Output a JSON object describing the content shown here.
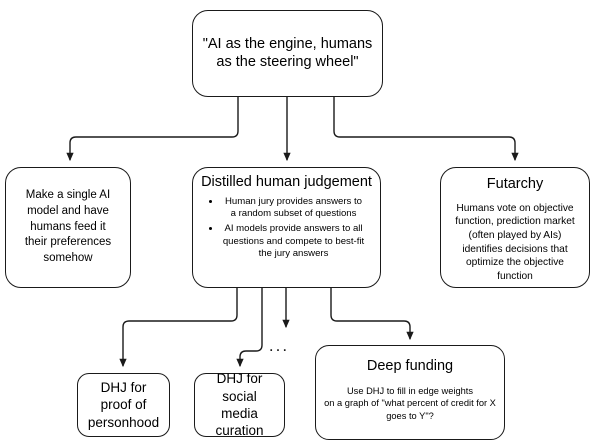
{
  "diagram": {
    "title": "AI as the engine, humans as the steering wheel",
    "background_color": "#ffffff",
    "stroke_color": "#1a1a1a",
    "text_color": "#000000",
    "ellipsis_label": "..."
  },
  "nodes": {
    "root": {
      "label": "\"AI as the engine, humans\nas the steering wheel\""
    },
    "single_model": {
      "label": "Make a single AI\nmodel and have\nhumans feed it\ntheir preferences\nsomehow"
    },
    "dhj": {
      "title": "Distilled human judgement",
      "bullets": [
        "Human jury provides answers to a random subset of questions",
        "AI models provide answers to all questions and compete to best-fit the jury answers"
      ]
    },
    "futarchy": {
      "title": "Futarchy",
      "body": "Humans vote on objective\nfunction, prediction market\n(often played by AIs)\nidentifies decisions that\noptimize the objective\nfunction"
    },
    "dhj_personhood": {
      "label": "DHJ for\nproof of\npersonhood"
    },
    "dhj_social": {
      "label": "DHJ for\nsocial media\ncuration"
    },
    "deep_funding": {
      "title": "Deep funding",
      "body": "Use DHJ to fill in edge weights\non a graph of \"what percent of credit for X\ngoes to Y\"?"
    }
  },
  "edges": [
    {
      "from": "root",
      "to": "single-model"
    },
    {
      "from": "root",
      "to": "dhj"
    },
    {
      "from": "root",
      "to": "futarchy"
    },
    {
      "from": "dhj",
      "to": "dhj-personhood"
    },
    {
      "from": "dhj",
      "to": "dhj-social"
    },
    {
      "from": "dhj",
      "to": "ellipsis"
    },
    {
      "from": "dhj",
      "to": "deep-funding"
    }
  ]
}
